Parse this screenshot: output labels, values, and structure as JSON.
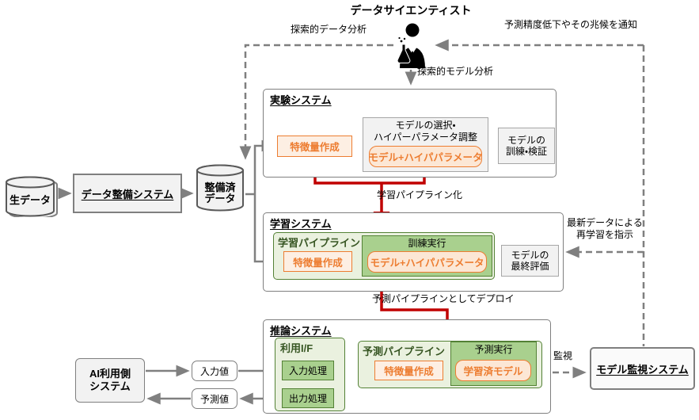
{
  "palette": {
    "orange_border": "#ED7D31",
    "orange_fill": "#FDEFE3",
    "orange_fill_round": "#FCE7D5",
    "green_border": "#538135",
    "green_title_text": "#375623",
    "green_fill_light": "#EAF1DF",
    "green_fill_mid": "#A9D08E",
    "red_arrow": "#C00000",
    "gray_arrow": "#808080",
    "gray_border": "#7F7F7F",
    "gray_fill": "#F2F2F2"
  },
  "header": {
    "actor": "データサイエンティスト"
  },
  "flow_labels": {
    "exploratory_data_analysis": "探索的データ分析",
    "notify_accuracy_drop": "予測精度低下やその兆候を通知",
    "exploratory_model_analysis": "探索的モデル分析",
    "to_training_pipeline": "学習パイプライン化",
    "deploy_as_prediction_pipeline": "予測パイプラインとしてデプロイ",
    "retrain_with_latest_data": "最新データによる\n再学習を指示",
    "monitoring": "監視",
    "input_value": "入力値",
    "prediction_value": "予測値"
  },
  "data_stores": {
    "raw_data": "生データ",
    "prepared_data": "整備済\nデータ"
  },
  "systems": {
    "data_preparation": {
      "title": "データ整備システム"
    },
    "experiment": {
      "title": "実験システム",
      "feature_creation": "特徴量作成",
      "model_selection": "モデルの選択・\nハイパーパラメータ調整",
      "model_hyperparams": "モデル+ハイパパラメータ",
      "training_validation": "モデルの\n訓練・検証"
    },
    "learning": {
      "title": "学習システム",
      "pipeline_title": "学習パイプライン",
      "feature_creation": "特徴量作成",
      "training_execution": "訓練実行",
      "model_hyperparams": "モデル+ハイパパラメータ",
      "final_evaluation": "モデルの\n最終評価"
    },
    "inference": {
      "title": "推論システム",
      "interface_title": "利用I/F",
      "input_processing": "入力処理",
      "output_processing": "出力処理",
      "pipeline_title": "予測パイプライン",
      "feature_creation": "特徴量作成",
      "prediction_execution": "予測実行",
      "trained_model": "学習済モデル"
    },
    "client": {
      "title": "AI利用側\nシステム"
    },
    "monitoring": {
      "title": "モデル監視システム"
    }
  }
}
